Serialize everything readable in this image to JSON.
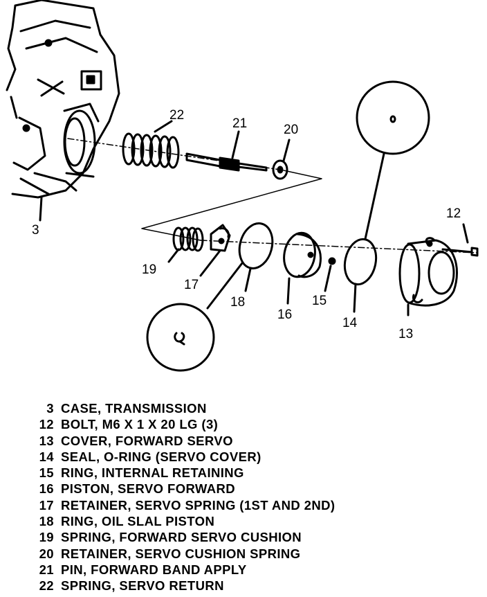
{
  "callouts": {
    "c3": "3",
    "c12": "12",
    "c13": "13",
    "c14": "14",
    "c15": "15",
    "c16": "16",
    "c17": "17",
    "c18": "18",
    "c19": "19",
    "c20": "20",
    "c21": "21",
    "c22": "22"
  },
  "legend": [
    {
      "num": "3",
      "text": "CASE, TRANSMISSION"
    },
    {
      "num": "12",
      "text": "BOLT, M6 X 1 X 20 LG (3)"
    },
    {
      "num": "13",
      "text": "COVER, FORWARD SERVO"
    },
    {
      "num": "14",
      "text": "SEAL, O-RING (SERVO COVER)"
    },
    {
      "num": "15",
      "text": "RING, INTERNAL RETAINING"
    },
    {
      "num": "16",
      "text": "PISTON, SERVO FORWARD"
    },
    {
      "num": "17",
      "text": "RETAINER, SERVO SPRING (1ST AND 2ND)"
    },
    {
      "num": "18",
      "text": "RING, OIL SLAL PISTON"
    },
    {
      "num": "19",
      "text": "SPRING, FORWARD SERVO CUSHION"
    },
    {
      "num": "20",
      "text": "RETAINER, SERVO CUSHION SPRING"
    },
    {
      "num": "21",
      "text": "PIN, FORWARD BAND APPLY"
    },
    {
      "num": "22",
      "text": "SPRING, SERVO RETURN"
    }
  ]
}
